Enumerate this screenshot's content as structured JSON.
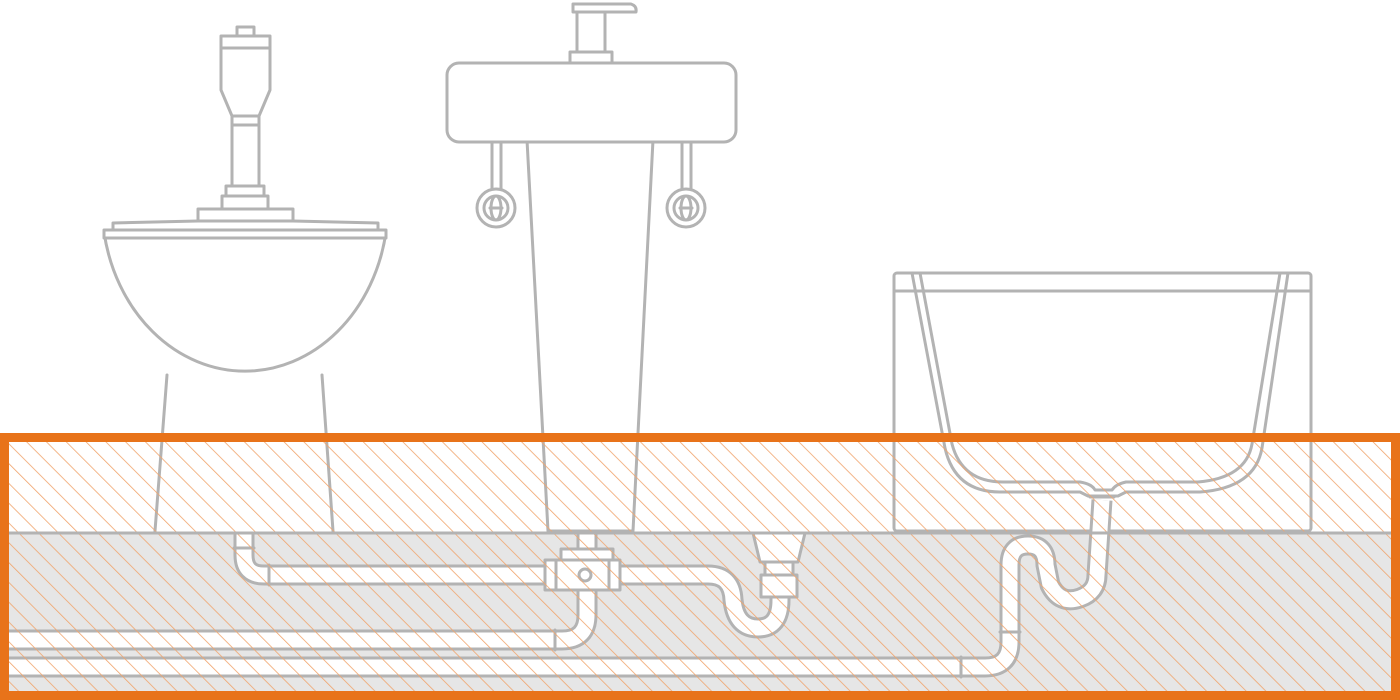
{
  "colors": {
    "outline": "#b3b3b3",
    "floor_border": "#e8731a",
    "hatch": "#f0a46c",
    "subfloor_fill": "#e6e6e6",
    "background": "#ffffff"
  },
  "fixtures": [
    "toilet",
    "pedestal-sink",
    "bathtub"
  ],
  "floor": {
    "layers": [
      "floor-screed-hatched",
      "subfloor-hatched-gray"
    ]
  },
  "pipes": [
    "toilet-drain",
    "sink-trap",
    "tub-trap",
    "main-drain-upper",
    "main-drain-lower"
  ]
}
